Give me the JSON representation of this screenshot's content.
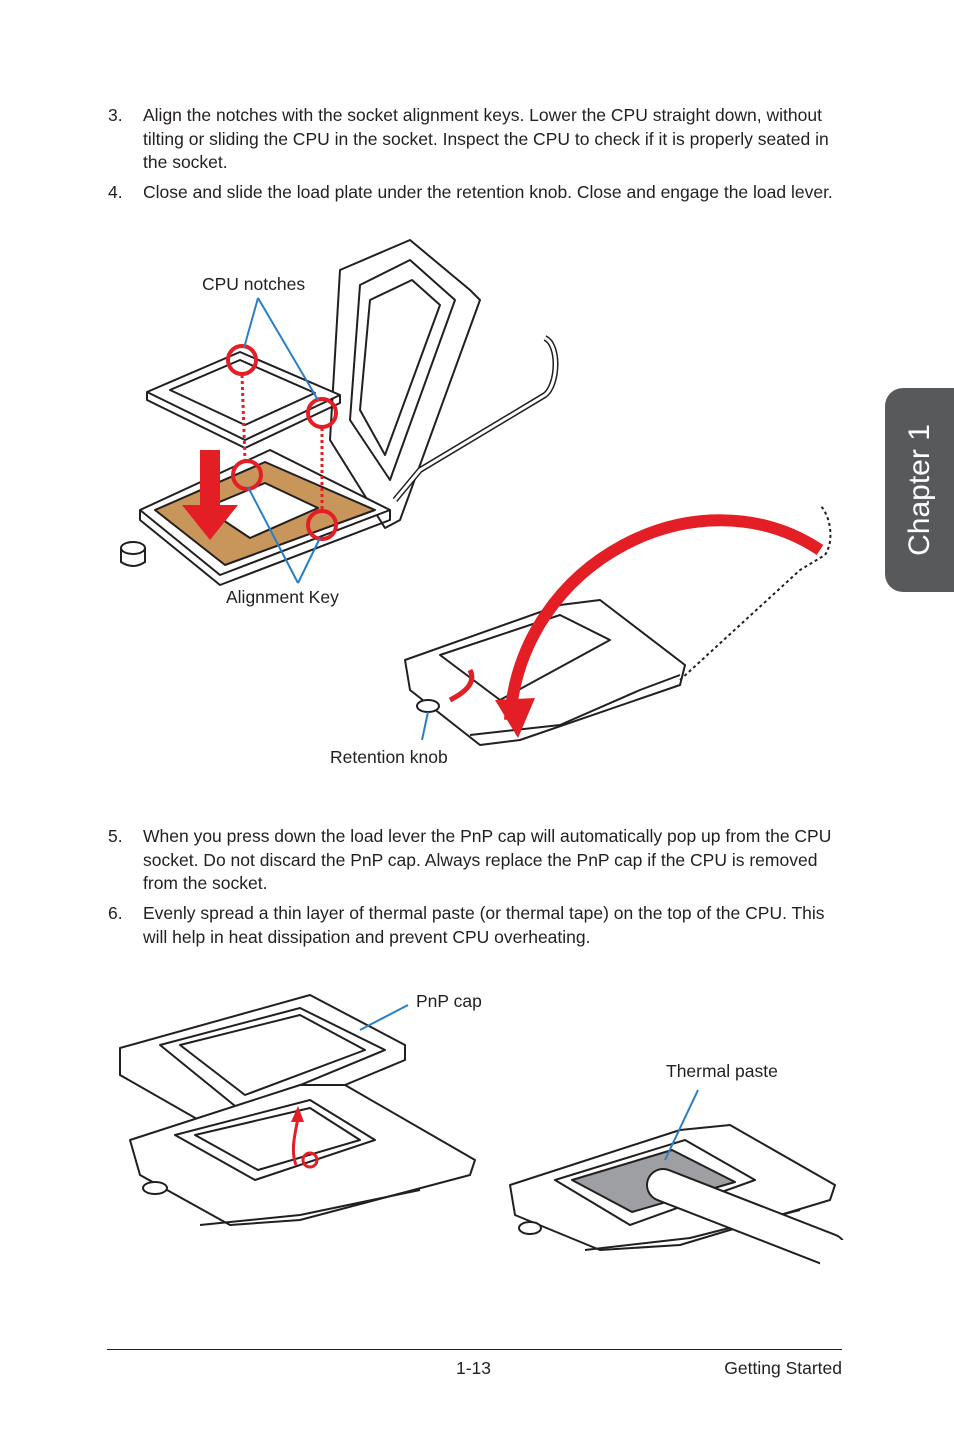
{
  "steps": [
    {
      "num": "3.",
      "text": "Align the notches with the socket alignment keys. Lower the CPU straight down, without tilting or sliding the CPU in the socket. Inspect the CPU to check if it is properly seated in the socket."
    },
    {
      "num": "4.",
      "text": "Close and slide the load plate under the retention knob. Close and engage the load lever."
    },
    {
      "num": "5.",
      "text": "When you press down the load lever the PnP cap will automatically pop up from the CPU socket. Do not discard the PnP cap. Always replace the PnP cap if the CPU is removed from the socket."
    },
    {
      "num": "6.",
      "text": "Evenly spread a thin layer of thermal paste (or thermal tape) on the top of the CPU. This will help in heat dissipation and prevent CPU overheating."
    }
  ],
  "figure1": {
    "cpu_notches_label": "CPU notches",
    "alignment_key_label": "Alignment Key",
    "retention_knob_label": "Retention knob"
  },
  "figure2": {
    "pnp_cap_label": "PnP cap",
    "thermal_paste_label": "Thermal paste"
  },
  "chapter_tab": "Chapter 1",
  "footer": {
    "page_number": "1-13",
    "section": "Getting Started"
  },
  "colors": {
    "accent_red": "#e31e24",
    "socket_brown": "#c8955a",
    "line_blue": "#2a7fc4",
    "tab_gray": "#58595b",
    "paste_gray": "#9d9fa2"
  }
}
